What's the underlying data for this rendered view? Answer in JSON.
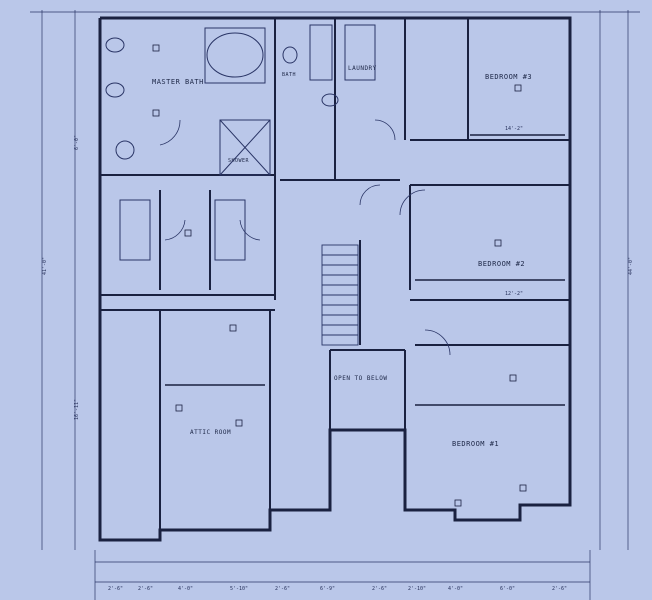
{
  "rooms": {
    "master_bath": "MASTER BATH",
    "shower": "SHOWER",
    "laundry": "LAUNDRY",
    "bedroom3": "BEDROOM #3",
    "bedroom2": "BEDROOM #2",
    "bedroom1": "BEDROOM #1",
    "open_below": "OPEN TO BELOW",
    "attic_room": "ATTIC ROOM",
    "bath": "BATH"
  },
  "dimensions": {
    "left_total": "41'-0\"",
    "right_total": "44'-0\"",
    "dim_14_2": "14'-2\"",
    "dim_12_2": "12'-2\"",
    "dim_16_11": "16'-11\"",
    "dim_6_0": "6'-0\"",
    "bottom_1": "2'-6\"",
    "bottom_2": "2'-6\"",
    "bottom_3": "4'-0\"",
    "bottom_4": "5'-10\"",
    "bottom_5": "2'-6\"",
    "bottom_6": "6'-9\"",
    "bottom_7": "2'-6\"",
    "bottom_8": "2'-10\"",
    "bottom_9": "4'-0\"",
    "bottom_10": "6'-0\"",
    "bottom_11": "2'-6\""
  }
}
